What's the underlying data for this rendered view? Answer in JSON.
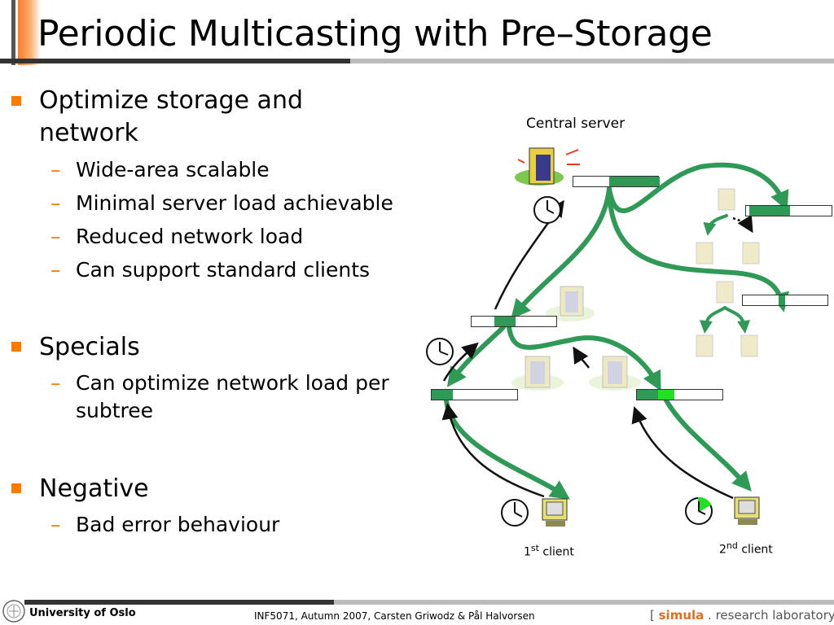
{
  "title": "Periodic Multicasting with Pre–Storage",
  "bullets": [
    {
      "text_line1": "Optimize storage and",
      "text_line2": "network",
      "subs": [
        "Wide-area scalable",
        "Minimal server load achievable",
        "Reduced network load",
        "Can support standard clients"
      ]
    },
    {
      "text": "Specials",
      "subs": [
        {
          "line1": "Can optimize network load per",
          "line2": "subtree"
        }
      ]
    },
    {
      "text": "Negative",
      "subs": [
        "Bad error behaviour"
      ]
    }
  ],
  "diagram": {
    "central_server_label": "Central server",
    "client1": {
      "sup": "st",
      "num": "1",
      "label": " client"
    },
    "client2": {
      "sup": "nd",
      "num": "2",
      "label": " client"
    },
    "colors": {
      "stream": "#2e9a55",
      "highlight": "#22e022",
      "arrow": "#111111"
    }
  },
  "footer": {
    "university": "University of Oslo",
    "course": "INF5071,  Autumn 2007,  Carsten Griwodz & Pål Halvorsen",
    "lab_open": "[ ",
    "lab_name": "simula",
    "lab_dot": " . ",
    "lab_rest": "research laboratory",
    "lab_close": " ]"
  }
}
